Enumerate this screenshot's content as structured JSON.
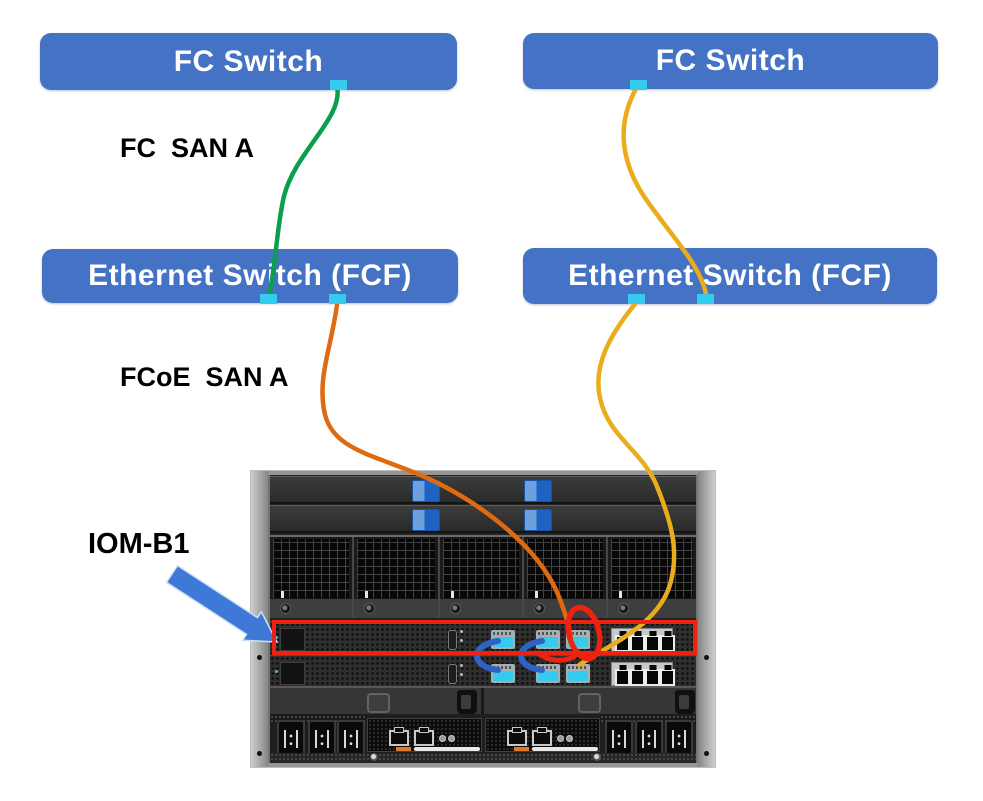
{
  "nodes": {
    "fc_switch_left": {
      "label": "FC Switch"
    },
    "fc_switch_right": {
      "label": "FC Switch"
    },
    "eth_switch_left": {
      "label": "Ethernet Switch (FCF)"
    },
    "eth_switch_right": {
      "label": "Ethernet Switch (FCF)"
    }
  },
  "labels": {
    "fc_san_a": "FC  SAN A",
    "fcoe_san_a": "FCoE  SAN A",
    "iom_b1": "IOM-B1"
  },
  "chassis": {
    "highlighted_module": "IOM-B1",
    "iom_rows": 2,
    "iom_ports_per_row": 3,
    "rj45_ports_per_row": 4,
    "fan_modules": 5,
    "power_inlets": 6,
    "psu_modules": 2
  },
  "cables": [
    {
      "name": "fc-uplink-green",
      "color": "#0A9E4D",
      "from": "fc-switch-left-port",
      "to": "eth-switch-left-port-1"
    },
    {
      "name": "fcoe-downlink-orange",
      "color": "#E06A10",
      "from": "eth-switch-left-port-2",
      "to": "iom-b1-port-3"
    },
    {
      "name": "fc-uplink-yellow",
      "color": "#E9AD1C",
      "from": "fc-switch-right-port",
      "to": "eth-switch-right-port-2"
    },
    {
      "name": "fcoe-downlink-yellow",
      "color": "#E9AD1C",
      "from": "eth-switch-right-port-1",
      "to": "iom-b2-port-3"
    },
    {
      "name": "vlt-loop-1",
      "color": "#2E62C6",
      "from": "iom-b1-port-1",
      "to": "iom-b2-port-1"
    },
    {
      "name": "vlt-loop-2",
      "color": "#2E62C6",
      "from": "iom-b1-port-2",
      "to": "iom-b2-port-2"
    }
  ],
  "colors": {
    "node_fill": "#4472C4",
    "node_text": "#FFFFFF",
    "port_cyan": "#35CBEE",
    "cable_green": "#0A9E4D",
    "cable_orange": "#E06A10",
    "cable_yellow": "#E9AD1C",
    "cable_blue": "#2E62C6",
    "highlight_red": "#EE2211",
    "arrow_blue": "#3E79D8"
  }
}
